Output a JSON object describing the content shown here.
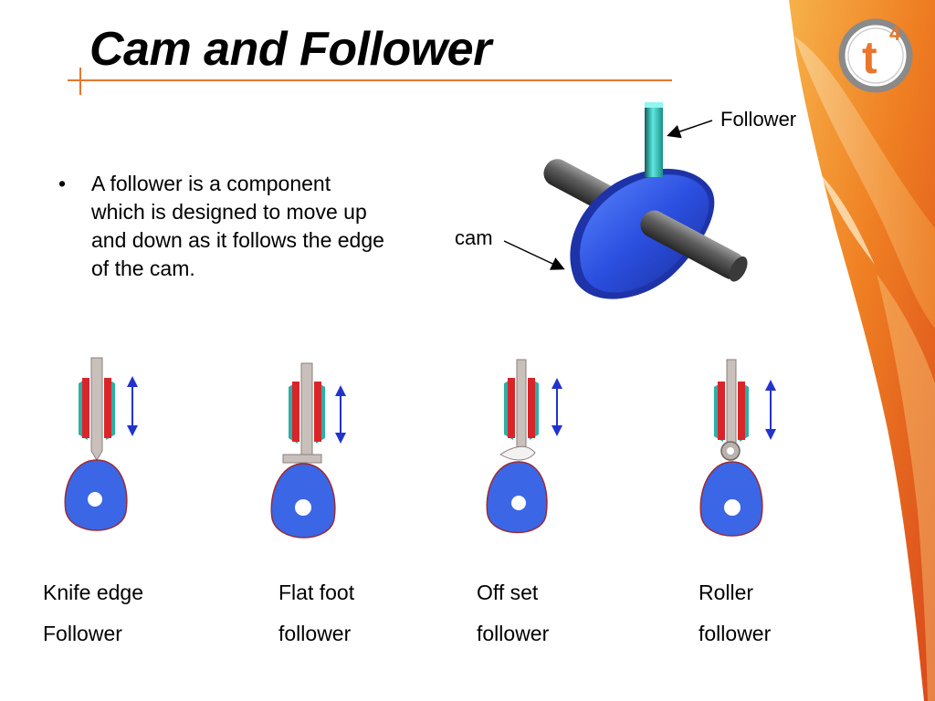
{
  "slide": {
    "title": "Cam and Follower",
    "bullets": [
      "A follower is a component which is designed to move up and down as it follows the edge of the cam."
    ],
    "bullet_marker": "•"
  },
  "logo": {
    "letter": "t",
    "superscript": "4",
    "accent_color": "#e8762c",
    "ring_color": "#8a8a8a"
  },
  "callouts": {
    "follower": "Follower",
    "cam": "cam"
  },
  "followers": [
    {
      "line1": "Knife edge",
      "line2": "Follower"
    },
    {
      "line1": "Flat foot",
      "line2": "follower"
    },
    {
      "line1": "Off set",
      "line2": "follower"
    },
    {
      "line1": "Roller",
      "line2": "follower"
    }
  ],
  "colors": {
    "cam_blue": "#3b66e6",
    "cam_outline": "#9b2b33",
    "guide_red": "#d9252a",
    "guide_teal": "#2bb0a6",
    "arrow_blue": "#2233cc",
    "theme_orange": "#e8762c"
  }
}
